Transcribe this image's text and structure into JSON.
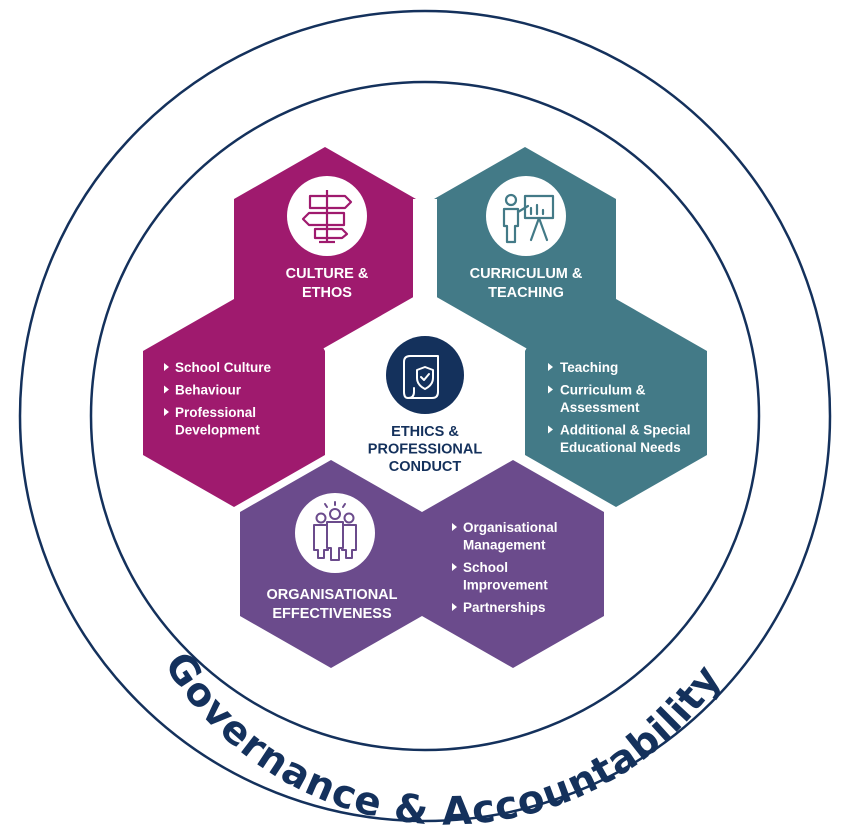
{
  "colors": {
    "navy": "#14315c",
    "magenta": "#9f1a6e",
    "teal": "#437a87",
    "purple": "#6b4b8c"
  },
  "outer_label": "Governance & Accountability",
  "center": {
    "icon": "scroll-shield-icon",
    "title_lines": [
      "ETHICS &",
      "PROFESSIONAL",
      "CONDUCT"
    ]
  },
  "culture": {
    "icon": "signpost-icon",
    "title_lines": [
      "CULTURE &",
      "ETHOS"
    ],
    "items": [
      {
        "lines": [
          "School Culture"
        ]
      },
      {
        "lines": [
          "Behaviour"
        ]
      },
      {
        "lines": [
          "Professional",
          "Development"
        ]
      }
    ]
  },
  "curriculum": {
    "icon": "presenter-icon",
    "title_lines": [
      "CURRICULUM &",
      "TEACHING"
    ],
    "items": [
      {
        "lines": [
          "Teaching"
        ]
      },
      {
        "lines": [
          "Curriculum &",
          "Assessment"
        ]
      },
      {
        "lines": [
          "Additional & Special",
          "Educational Needs"
        ]
      }
    ]
  },
  "organisational": {
    "icon": "team-icon",
    "title_lines": [
      "ORGANISATIONAL",
      "EFFECTIVENESS"
    ],
    "items": [
      {
        "lines": [
          "Organisational",
          "Management"
        ]
      },
      {
        "lines": [
          "School",
          "Improvement"
        ]
      },
      {
        "lines": [
          "Partnerships"
        ]
      }
    ]
  }
}
